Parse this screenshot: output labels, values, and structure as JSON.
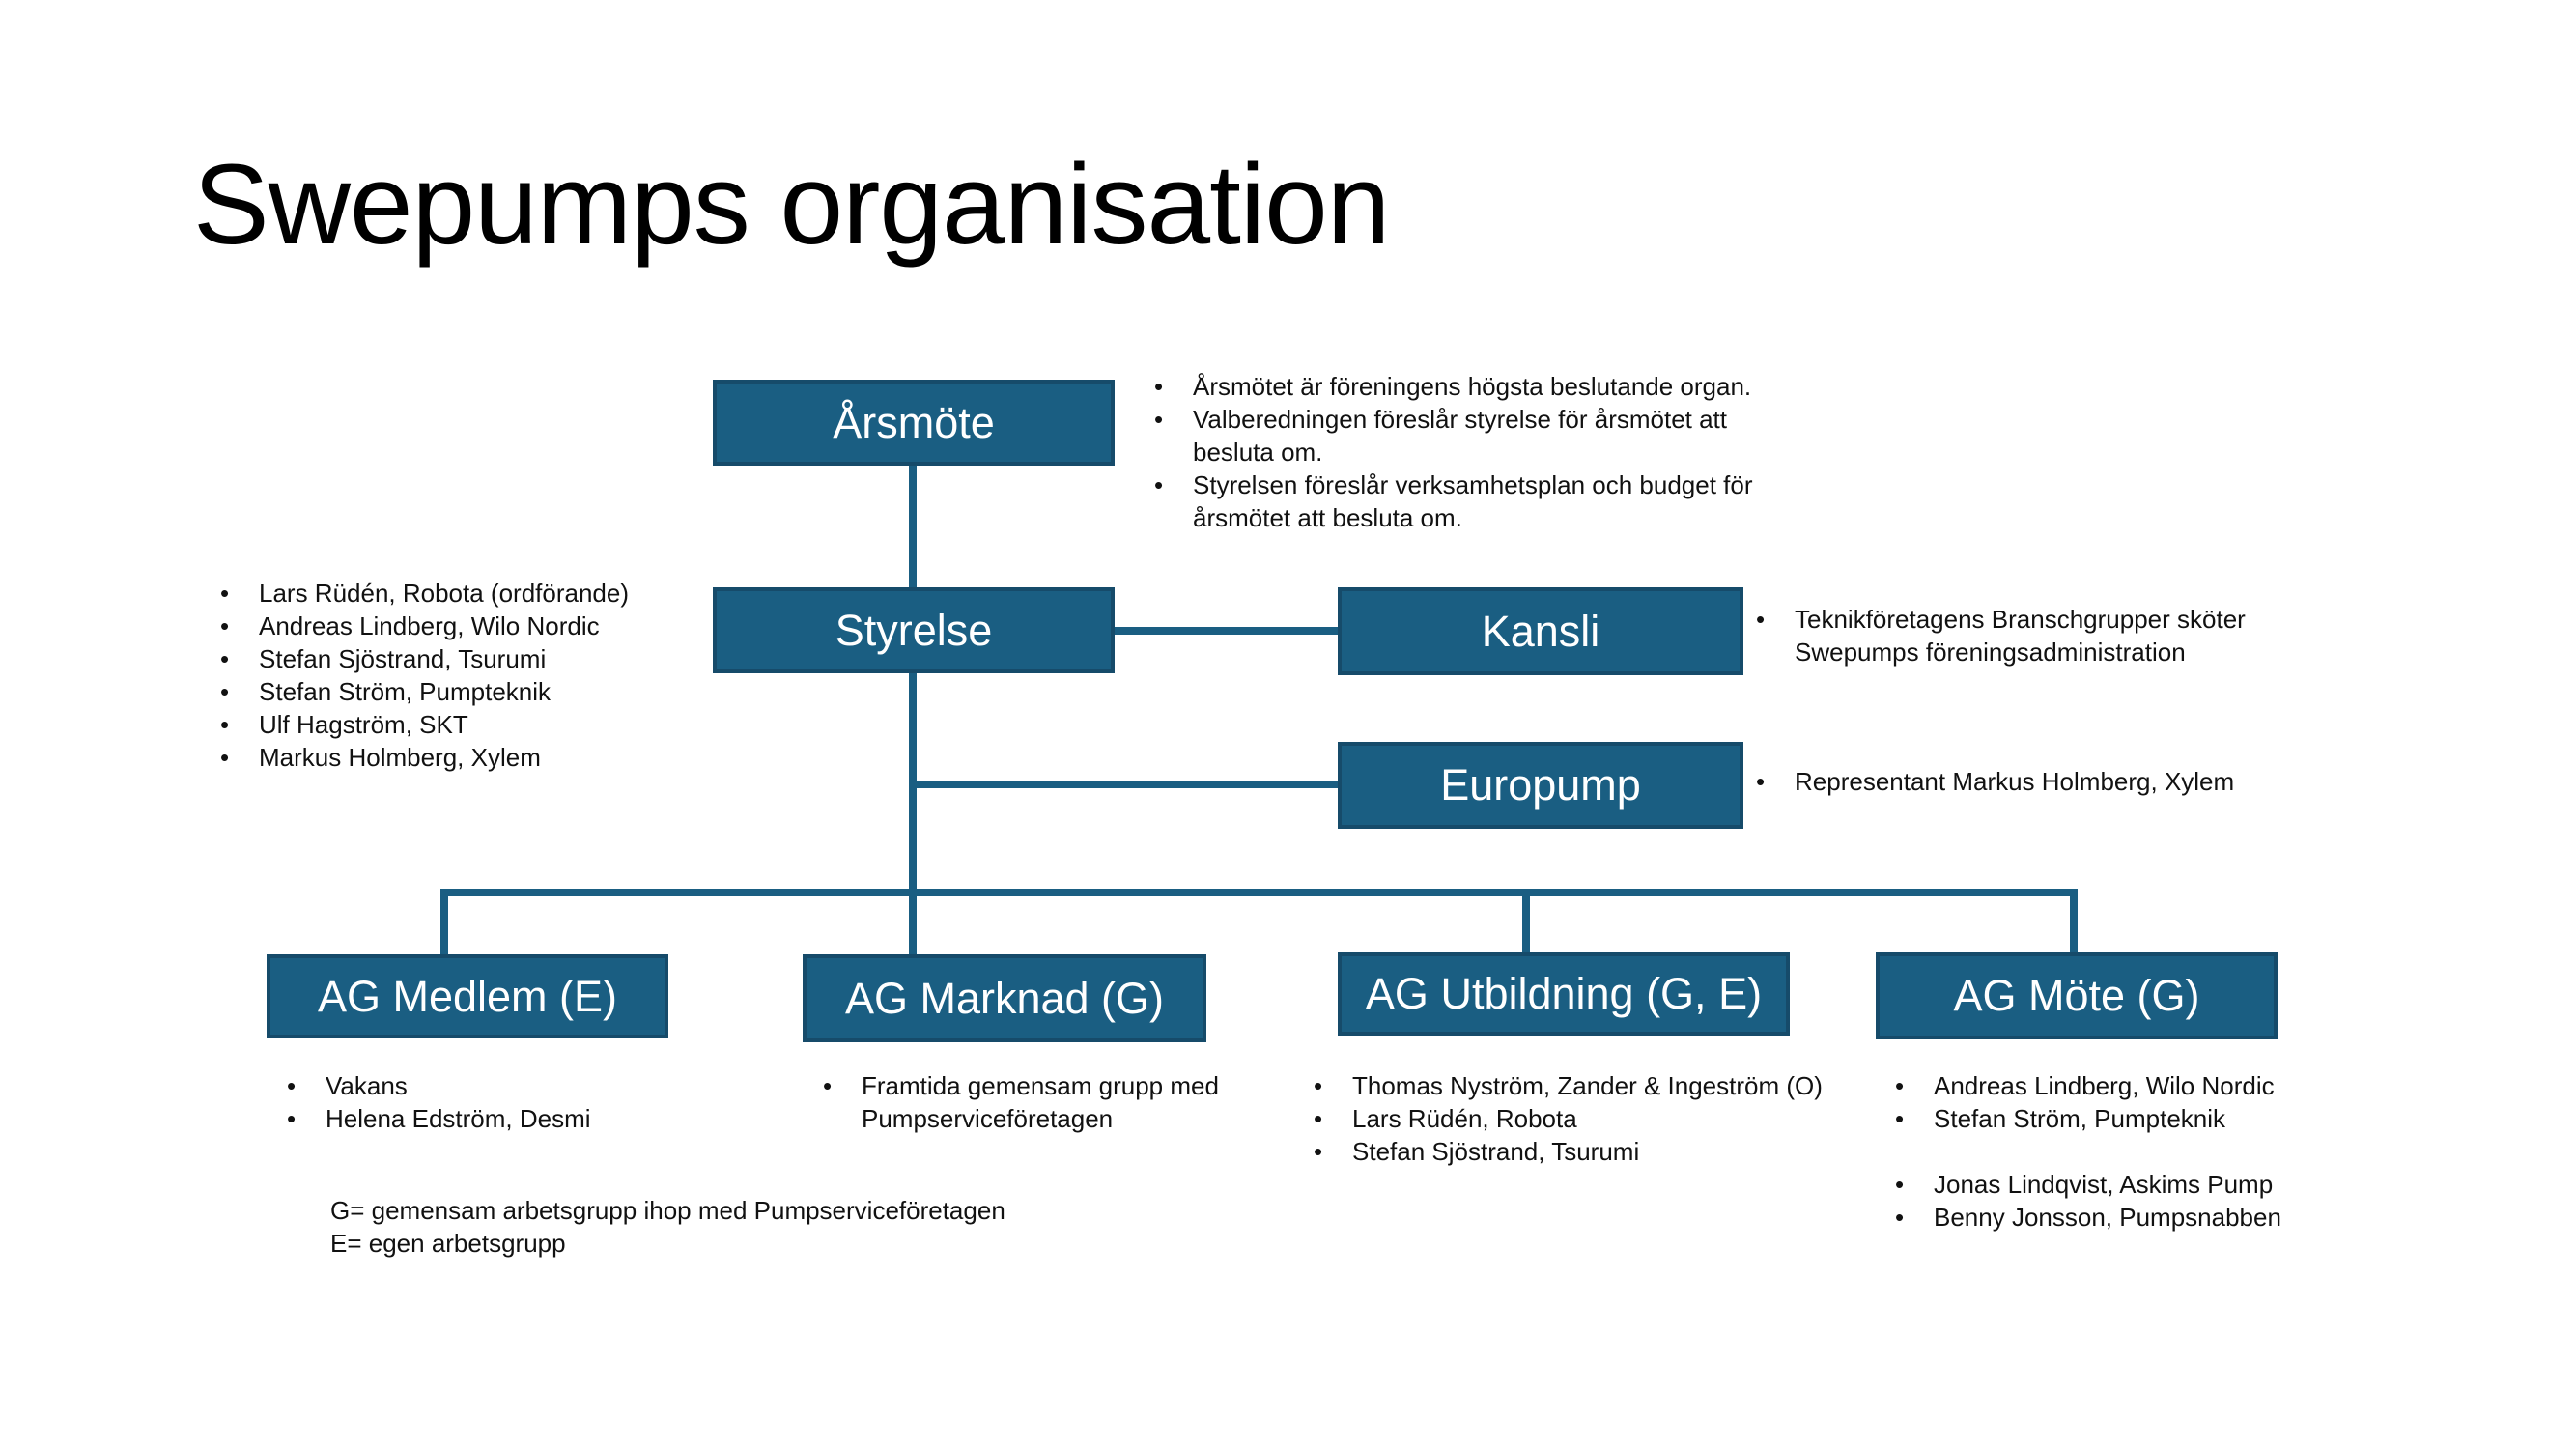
{
  "title": "Swepumps organisation",
  "colors": {
    "box_fill": "#1a5e82",
    "box_border": "#164b6a",
    "connector": "#1a5e82",
    "box_text": "#ffffff"
  },
  "nodes": {
    "arsmote": "Årsmöte",
    "styrelse": "Styrelse",
    "kansli": "Kansli",
    "europump": "Europump",
    "ag_medlem": "AG Medlem (E)",
    "ag_marknad": "AG Marknad (G)",
    "ag_utbildning": "AG Utbildning (G, E)",
    "ag_mote": "AG Möte (G)"
  },
  "notes": {
    "arsmote": [
      "Årsmötet är föreningens högsta beslutande organ.",
      "Valberedningen föreslår styrelse för årsmötet att besluta om.",
      "Styrelsen föreslår verksamhetsplan och budget för årsmötet att besluta om."
    ],
    "styrelse": [
      "Lars Rüdén, Robota (ordförande)",
      "Andreas Lindberg, Wilo Nordic",
      "Stefan Sjöstrand, Tsurumi",
      "Stefan Ström, Pumpteknik",
      "Ulf Hagström, SKT",
      "Markus Holmberg, Xylem"
    ],
    "kansli": [
      "Teknikföretagens Branschgrupper sköter Swepumps föreningsadministration"
    ],
    "europump": [
      "Representant Markus Holmberg, Xylem"
    ],
    "ag_medlem": [
      "Vakans",
      "Helena Edström, Desmi"
    ],
    "ag_marknad": [
      "Framtida gemensam grupp med Pumpserviceföretagen"
    ],
    "ag_utbildning": [
      "Thomas Nyström, Zander & Ingeström (O)",
      "Lars Rüdén, Robota",
      "Stefan Sjöstrand, Tsurumi"
    ],
    "ag_mote": [
      "Andreas Lindberg, Wilo Nordic",
      "Stefan Ström, Pumpteknik",
      "Jonas Lindqvist, Askims Pump",
      "Benny Jonsson, Pumpsnabben"
    ]
  },
  "legend": [
    "G= gemensam arbetsgrupp ihop med Pumpserviceföretagen",
    "E= egen arbetsgrupp"
  ]
}
